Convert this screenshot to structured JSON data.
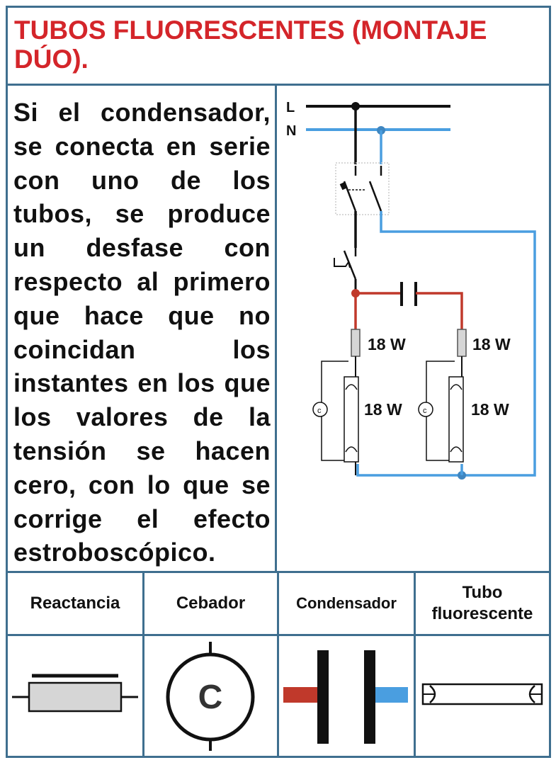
{
  "title": "TUBOS FLUORESCENTES (MONTAJE DÚO).",
  "description": "Si el condensador, se conecta en serie con uno de los tubos, se produce un desfase con respecto al primero que hace que no coincidan los instantes en los que los valores de la tensión se hacen cero, con lo que se corrige el efecto estroboscópico.",
  "circuit": {
    "line_L": "L",
    "line_N": "N",
    "reactance_left": "18 W",
    "reactance_right": "18 W",
    "tube_left": "18 W",
    "tube_right": "18 W",
    "starter_symbol": "c"
  },
  "legend": {
    "reactancia": "Reactancia",
    "cebador": "Cebador",
    "condensador": "Condensador",
    "tubo": "Tubo fluorescente",
    "cebador_symbol": "C"
  },
  "colors": {
    "title": "#d4252a",
    "border": "#3f6f8f",
    "neutral_wire": "#4a9ee0",
    "phase_red": "#c0392b",
    "black": "#111111"
  }
}
